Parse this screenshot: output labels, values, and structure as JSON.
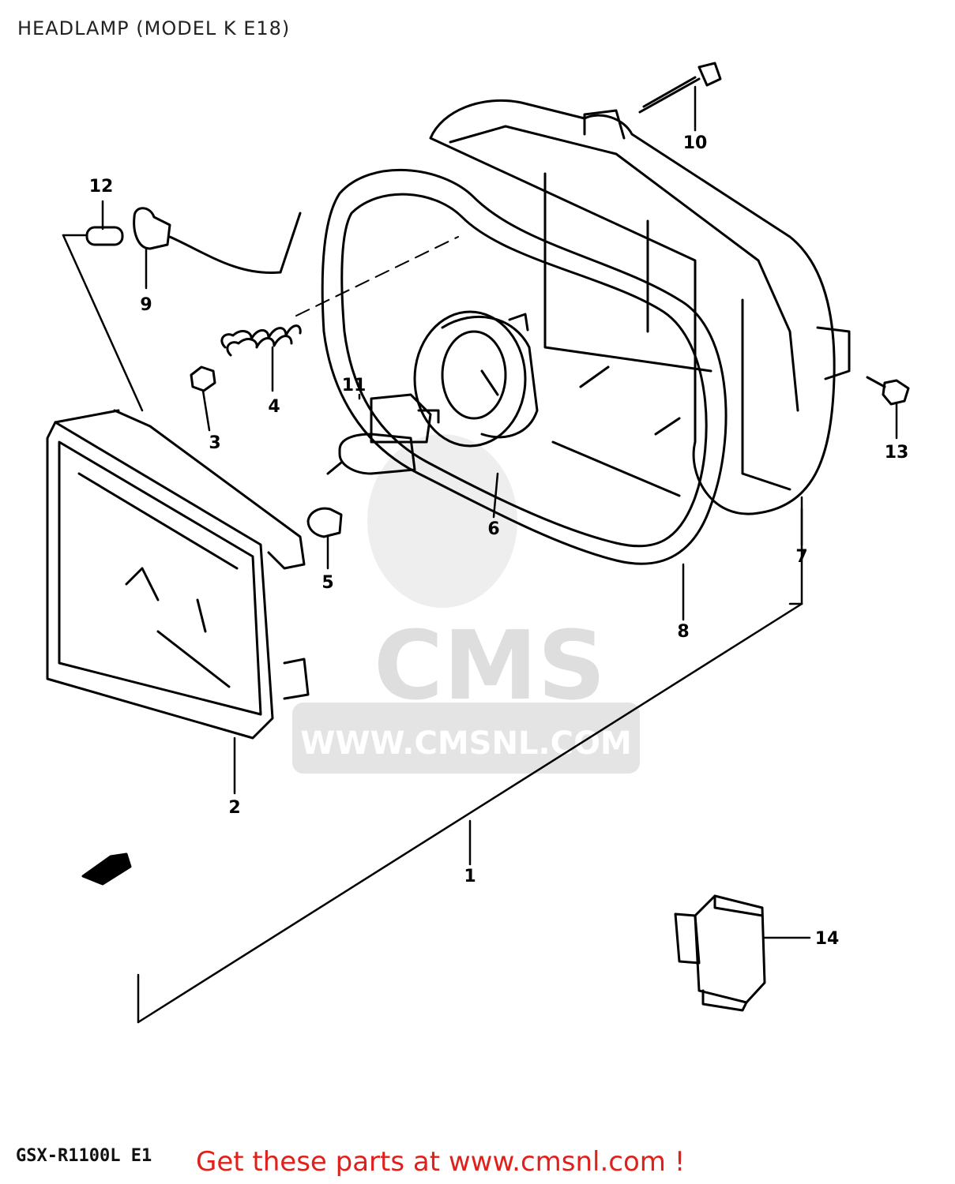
{
  "header": {
    "title": "HEADLAMP (MODEL K E18)"
  },
  "footer": {
    "model_code": "GSX-R1100L E1",
    "promo_text": "Get these parts at www.cmsnl.com !"
  },
  "watermark": {
    "brand": "CMS",
    "url": "WWW.CMSNL.COM"
  },
  "colors": {
    "line": "#000000",
    "promo": "#e0201b",
    "watermark": "#dddddd"
  },
  "callouts": [
    {
      "id": "1",
      "label": "1"
    },
    {
      "id": "2",
      "label": "2"
    },
    {
      "id": "3",
      "label": "3"
    },
    {
      "id": "4",
      "label": "4"
    },
    {
      "id": "5",
      "label": "5"
    },
    {
      "id": "6",
      "label": "6"
    },
    {
      "id": "7",
      "label": "7"
    },
    {
      "id": "8",
      "label": "8"
    },
    {
      "id": "9",
      "label": "9"
    },
    {
      "id": "10",
      "label": "10"
    },
    {
      "id": "11",
      "label": "11"
    },
    {
      "id": "12",
      "label": "12"
    },
    {
      "id": "13",
      "label": "13"
    },
    {
      "id": "14",
      "label": "14"
    }
  ]
}
